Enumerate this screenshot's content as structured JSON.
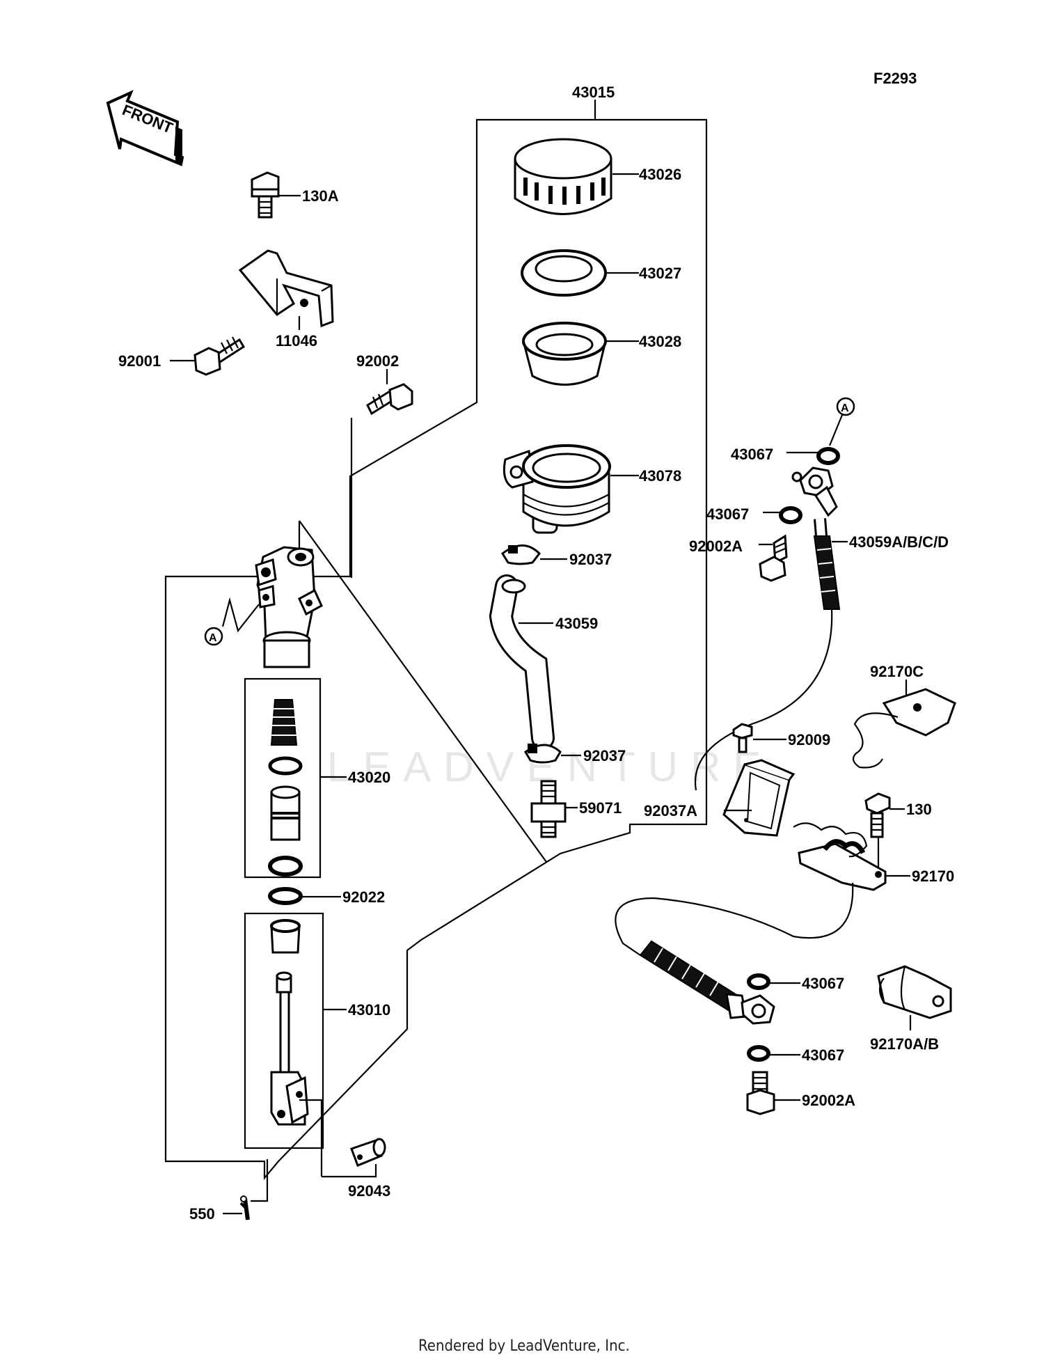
{
  "diagram": {
    "code": "F2293",
    "front_label": "FRONT",
    "marker_label": "A",
    "watermark": "LEADVENTURE",
    "footer": "Rendered by LeadVenture, Inc."
  },
  "parts": [
    {
      "id": "43015",
      "name": "reservoir-assembly"
    },
    {
      "id": "43026",
      "name": "reservoir-cap"
    },
    {
      "id": "43027",
      "name": "diaphragm-plate"
    },
    {
      "id": "43028",
      "name": "diaphragm"
    },
    {
      "id": "43078",
      "name": "reservoir-tank"
    },
    {
      "id": "92037",
      "name": "hose-clamp-upper"
    },
    {
      "id": "43059",
      "name": "reservoir-hose"
    },
    {
      "id": "92037",
      "name": "hose-clamp-lower"
    },
    {
      "id": "59071",
      "name": "hose-fitting"
    },
    {
      "id": "130A",
      "name": "bracket-bolt"
    },
    {
      "id": "11046",
      "name": "bracket"
    },
    {
      "id": "92001",
      "name": "mounting-bolt"
    },
    {
      "id": "92002",
      "name": "cylinder-screw"
    },
    {
      "id": "43020",
      "name": "piston-kit"
    },
    {
      "id": "92022",
      "name": "washer"
    },
    {
      "id": "43010",
      "name": "push-rod-kit"
    },
    {
      "id": "92043",
      "name": "clevis-pin"
    },
    {
      "id": "550",
      "name": "cotter-pin"
    },
    {
      "id": "43067",
      "name": "banjo-washer-top-1"
    },
    {
      "id": "43067",
      "name": "banjo-washer-top-2"
    },
    {
      "id": "92002A",
      "name": "banjo-bolt-top"
    },
    {
      "id": "43059A/B/C/D",
      "name": "brake-hose"
    },
    {
      "id": "92170C",
      "name": "hose-clip-c"
    },
    {
      "id": "92009",
      "name": "guide-screw"
    },
    {
      "id": "92037A",
      "name": "hose-guide"
    },
    {
      "id": "130",
      "name": "clamp-bolt"
    },
    {
      "id": "92170",
      "name": "hose-clamp"
    },
    {
      "id": "43067",
      "name": "banjo-washer-bottom-1"
    },
    {
      "id": "92170A/B",
      "name": "hose-clip-ab"
    },
    {
      "id": "43067",
      "name": "banjo-washer-bottom-2"
    },
    {
      "id": "92002A",
      "name": "banjo-bolt-bottom"
    }
  ]
}
